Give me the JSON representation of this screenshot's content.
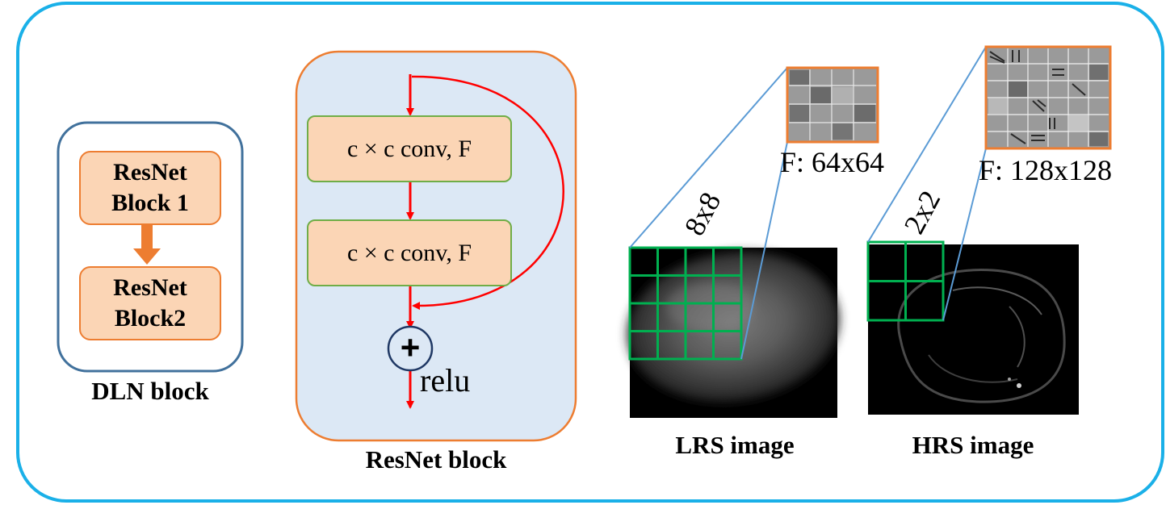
{
  "dln": {
    "block1_line1": "ResNet",
    "block1_line2": "Block 1",
    "block2_line1": "ResNet",
    "block2_line2": "Block2",
    "caption": "DLN block"
  },
  "resnet": {
    "conv1": "c × c conv, F",
    "conv2": "c × c conv, F",
    "plus_symbol": "+",
    "activation": "relu",
    "caption": "ResNet block"
  },
  "lrs": {
    "patch_label": "8x8",
    "filter_label": "F: 64x64",
    "caption": "LRS image"
  },
  "hrs": {
    "patch_label": "2x2",
    "filter_label": "F: 128x128",
    "caption": "HRS image"
  },
  "colors": {
    "frame": "#1ab0e8",
    "dln_border": "#41719c",
    "resnet_border": "#ed7d31",
    "resnet_fill": "#dce8f5",
    "block_fill": "#fbd5b5",
    "conv_border": "#70ad47",
    "arrow_red": "#ff0000",
    "arrow_orange": "#ed7d31",
    "grid_green": "#00b050",
    "zoom_line": "#5b9bd5"
  }
}
